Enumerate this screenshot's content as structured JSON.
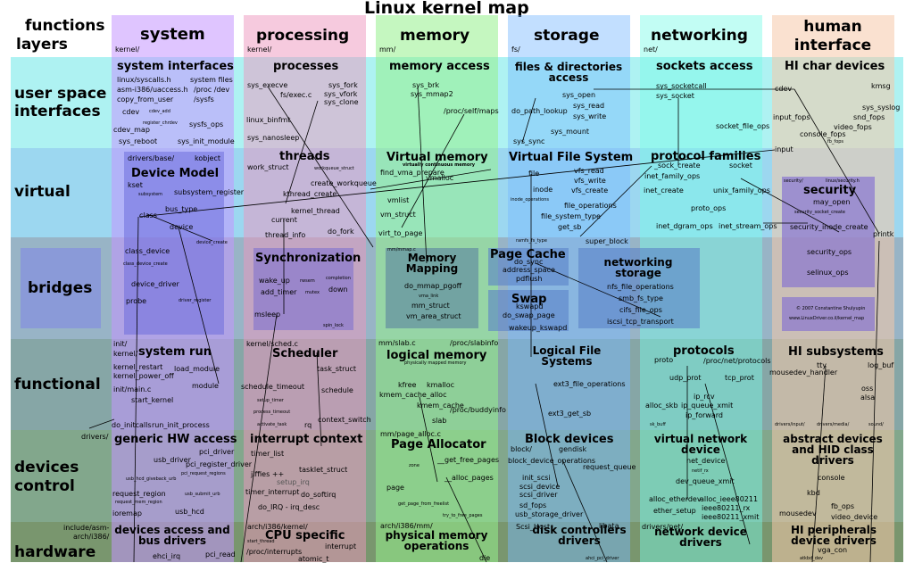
{
  "title": "Linux kernel map",
  "corner": {
    "functions": "functions",
    "layers": "layers"
  },
  "columns": [
    {
      "name": "system",
      "dir": "kernel/"
    },
    {
      "name": "processing",
      "dir": "kernel/"
    },
    {
      "name": "memory",
      "dir": "mm/"
    },
    {
      "name": "storage",
      "dir": "fs/"
    },
    {
      "name": "networking",
      "dir": "net/"
    },
    {
      "name": "human interface",
      "dir": ""
    }
  ],
  "layers": [
    "user space interfaces",
    "virtual",
    "bridges",
    "functional",
    "devices control",
    "hardware"
  ],
  "blocks": {
    "system_interfaces": "system interfaces",
    "processes": "processes",
    "memory_access": "memory access",
    "files_dirs_access": "files & directories access",
    "sockets_access": "sockets access",
    "hi_char_devices": "HI char devices",
    "device_model": "Device Model",
    "threads": "threads",
    "virtual_memory": "Virtual memory",
    "vfs": "Virtual File System",
    "protocol_families": "protocol families",
    "security": "security",
    "synchronization": "Synchronization",
    "memory_mapping": "Memory Mapping",
    "page_cache": "Page Cache",
    "swap": "Swap",
    "networking_storage": "networking storage",
    "system_run": "system run",
    "scheduler": "Scheduler",
    "logical_memory": "logical memory",
    "logical_file_systems": "Logical File Systems",
    "protocols": "protocols",
    "hi_subsystems": "HI subsystems",
    "generic_hw_access": "generic HW access",
    "interrupt_context": "interrupt context",
    "page_allocator": "Page Allocator",
    "block_devices": "Block devices",
    "virtual_network_device": "virtual network device",
    "abstract_devices": "abstract devices and HID class drivers",
    "devices_access": "devices access and bus drivers",
    "cpu_specific": "CPU specific",
    "physical_memory_ops": "physical memory operations",
    "disk_controllers": "disk controllers drivers",
    "network_device_drivers": "network device drivers",
    "hi_peripherals": "HI peripherals device drivers"
  },
  "labels": {
    "linux_syscalls": "linux/syscalls.h",
    "system_files": "system files",
    "asm_uaccess": "asm-i386/uaccess.h",
    "proc_dev": "/proc  /dev",
    "copy_from_user": "copy_from_user",
    "sysfs": "/sysfs",
    "cdev": "cdev",
    "cdev_add": "cdev_add",
    "register_chrdev": "register_chrdev",
    "sysfs_ops": "sysfs_ops",
    "cdev_map": "cdev_map",
    "sys_reboot": "sys_reboot",
    "sys_init_module": "sys_init_module",
    "sys_execve": "sys_execve",
    "sys_fork": "sys_fork",
    "fs_exec": "fs/exec.c",
    "sys_vfork": "sys_vfork",
    "sys_clone": "sys_clone",
    "linux_binfmt": "linux_binfmt",
    "sys_nanosleep": "sys_nanosleep",
    "sys_brk": "sys_brk",
    "sys_mmap2": "sys_mmap2",
    "proc_self_maps": "/proc/self/maps",
    "sys_open": "sys_open",
    "sys_read": "sys_read",
    "do_path_lookup": "do_path_lookup",
    "sys_write": "sys_write",
    "sys_mount": "sys_mount",
    "sys_sync": "sys_sync",
    "sys_socketcall": "sys_socketcall",
    "sys_socket": "sys_socket",
    "socket_file_ops": "socket_file_ops",
    "kmsg": "kmsg",
    "input_fops": "input_fops",
    "sys_syslog": "sys_syslog",
    "snd_fops": "snd_fops",
    "console_fops": "console_fops",
    "video_fops": "video_fops",
    "fb_fops": "fb_fops",
    "input": "input",
    "drivers_base": "drivers/base/",
    "kobject": "kobject",
    "kset": "kset",
    "subsystem": "subsystem",
    "subsystem_register": "subsystem_register",
    "bus_type": "bus_type",
    "class": "class",
    "device": "device",
    "work_struct": "work_struct",
    "workqueue_struct": "workqueue_struct",
    "create_workqueue": "create_workqueue",
    "kthread_create": "kthread_create",
    "kernel_thread": "kernel_thread",
    "current": "current",
    "do_fork": "do_fork",
    "thread_info": "thread_info",
    "virtually_continuous": "virtually continuous memory",
    "find_vma_prepare": "find_vma_prepare",
    "vmalloc": "vmalloc",
    "vmlist": "vmlist",
    "vm_struct": "vm_struct",
    "virt_to_page": "virt_to_page",
    "file": "file",
    "vfs_read": "vfs_read",
    "vfs_write": "vfs_write",
    "inode": "inode",
    "vfs_create": "vfs_create",
    "inode_operations": "inode_operations",
    "file_operations": "file_operations",
    "file_system_type": "file_system_type",
    "get_sb": "get_sb",
    "sock_create": "_sock_create",
    "socket": "socket",
    "inet_family_ops": "inet_family_ops",
    "inet_create": "inet_create",
    "unix_family_ops": "unix_family_ops",
    "proto_ops": "proto_ops",
    "inet_dgram_ops": "inet_dgram_ops",
    "inet_stream_ops": "inet_stream_ops",
    "security_h": "security/",
    "linux_security_h": "linux/security.h",
    "may_open": "may_open",
    "security_socket_create": "security_socket_create",
    "security_inode_create": "security_inode_create",
    "printk": "printk",
    "class_device": "class_device",
    "device_create": "device_create",
    "class_device_create": "class_device_create",
    "device_driver": "device_driver",
    "probe": "probe",
    "driver_register": "driver_register",
    "wake_up": "wake_up",
    "completion": "completion",
    "rwsem": "rwsem",
    "add_timer": "add_timer",
    "mutex": "mutex",
    "down": "down",
    "msleep": "msleep",
    "spin_lock": "spin_lock",
    "mm_mmap": "mm/mmap.c",
    "do_mmap_pgoff": "do_mmap_pgoff",
    "vma_link": "vma_link",
    "mm_struct": "mm_struct",
    "vm_area_struct": "vm_area_struct",
    "ramfs_fs_type": "ramfs_fs_type",
    "super_block": "super_block",
    "do_sync": "do_sync",
    "address_space": "address_space",
    "pdflush": "pdflush",
    "kswapd": "kswapd",
    "do_swap_page": "do_swap_page",
    "wakeup_kswapd": "wakeup_kswapd",
    "nfs_file_operations": "nfs_file_operations",
    "smb_fs_type": "smb_fs_type",
    "cifs_file_ops": "cifs_file_ops",
    "iscsi_tcp_transport": "iscsi_tcp_transport",
    "security_ops": "security_ops",
    "selinux_ops": "selinux_ops",
    "copyright": "© 2007 Constantine Shulyupin",
    "url": "www.LinuxDriver.co.il/kernel_map",
    "init": "init/",
    "kernel": "kernel/",
    "kernel_restart": "kernel_restart",
    "load_module": "load_module",
    "kernel_power_off": "kernel_power_off",
    "init_main": "init/main.c",
    "module": "module",
    "start_kernel": "start_kernel",
    "do_initcalls": "do_initcalls",
    "run_init_process": "run_init_process",
    "kernel_sched": "kernel/sched.c",
    "task_struct": "task_struct",
    "schedule_timeout": "schedule_timeout",
    "schedule": "schedule",
    "setup_timer": "setup_timer",
    "process_timeout": "process_timeout",
    "context_switch": "context_switch",
    "activate_task": "activate_task",
    "rq": "rq",
    "mm_slab": "mm/slab.c",
    "proc_slabinfo": "/proc/slabinfo",
    "physically_mapped": "physically mapped memory",
    "kfree": "kfree",
    "kmalloc": "kmalloc",
    "kmem_cache_alloc": "kmem_cache_alloc",
    "kmem_cache": "kmem_cache",
    "slab": "slab",
    "proc_buddyinfo": "/proc/buddyinfo",
    "ext3_file_operations": "ext3_file_operations",
    "ext3_get_sb": "ext3_get_sb",
    "proto": "proto",
    "proc_net_protocols": "/proc/net/protocols",
    "udp_prot": "udp_prot",
    "tcp_prot": "tcp_prot",
    "ip_rcv": "ip_rcv",
    "alloc_skb": "alloc_skb",
    "ip_queue_xmit": "ip_queue_xmit",
    "ip_forward": "ip_forward",
    "sk_buff": "sk_buff",
    "tty": "tty",
    "log_buf": "log_buf",
    "mousedev_handler": "mousedev_handler",
    "oss": "oss",
    "alsa": "alsa",
    "drivers_input": "drivers/input/",
    "drivers_media": "drivers/media/",
    "sound": "sound/",
    "drivers": "drivers/",
    "pci_driver": "pci_driver",
    "usb_driver": "usb_driver",
    "pci_register_driver": "pci_register_driver",
    "pci_request_regions": "pci_request_regions",
    "usb_hcd_giveback_urb": "usb_hcd_giveback_urb",
    "request_region": "request_region",
    "usb_submit_urb": "usb_submit_urb",
    "request_mem_region": "request_mem_region",
    "usb_hcd": "usb_hcd",
    "ioremap": "ioremap",
    "timer_list": "timer_list",
    "tasklet_struct": "tasklet_struct",
    "jiffies": "jiffies ++",
    "setup_irq": "setup_irq",
    "timer_interrupt": "timer_interrupt",
    "do_softirq": "do_softirq",
    "do_irq": "do_IRQ - irq_desc",
    "mm_page_alloc": "mm/page_alloc.c",
    "get_free_pages": "__get_free_pages",
    "zone": "zone",
    "alloc_pages": "__alloc_pages",
    "page": "page",
    "get_page_from_freelist": "get_page_from_freelist",
    "try_to_free_pages": "try_to_free_pages",
    "block": "block/",
    "gendisk": "gendisk",
    "block_device_operations": "block_device_operations",
    "request_queue": "request_queue",
    "init_scsi": "init_scsi",
    "scsi_device": "scsi_device",
    "scsi_driver": "scsi_driver",
    "sd_fops": "sd_fops",
    "usb_storage_driver": "usb_storage_driver",
    "net_device": "net_device",
    "netif_rx": "netif_rx",
    "dev_queue_xmit": "dev_queue_xmit",
    "alloc_etherdev": "alloc_etherdev",
    "alloc_ieee80211": "alloc_ieee80211",
    "ether_setup": "ether_setup",
    "ieee80211_rx": "ieee80211_rx",
    "ieee80211_xmit": "ieee80211_xmit",
    "console": "console",
    "kbd": "kbd",
    "fb_ops": "fb_ops",
    "mousedev": "mousedev",
    "video_device": "video_device",
    "include_asm": "include/asm-",
    "arch_i386": "arch/i386/",
    "arch_i386_kernel": "arch/i386/kernel/",
    "start_thread": "start_thread",
    "proc_interrupts": "/proc/interrupts",
    "interrupt": "interrupt",
    "atomic_t": "atomic_t",
    "ehci_irq": "ehci_irq",
    "pci_read": "pci_read",
    "arch_i386_mm": "arch/i386/mm/",
    "die": "die",
    "scsi_host": "Scsi_Host",
    "libata": "libata",
    "drivers_net": "drivers/net/",
    "ahci_pci_driver": "ahci_pci_driver",
    "vga_con": "vga_con",
    "atkbd_dev": "atkbd_dev"
  }
}
